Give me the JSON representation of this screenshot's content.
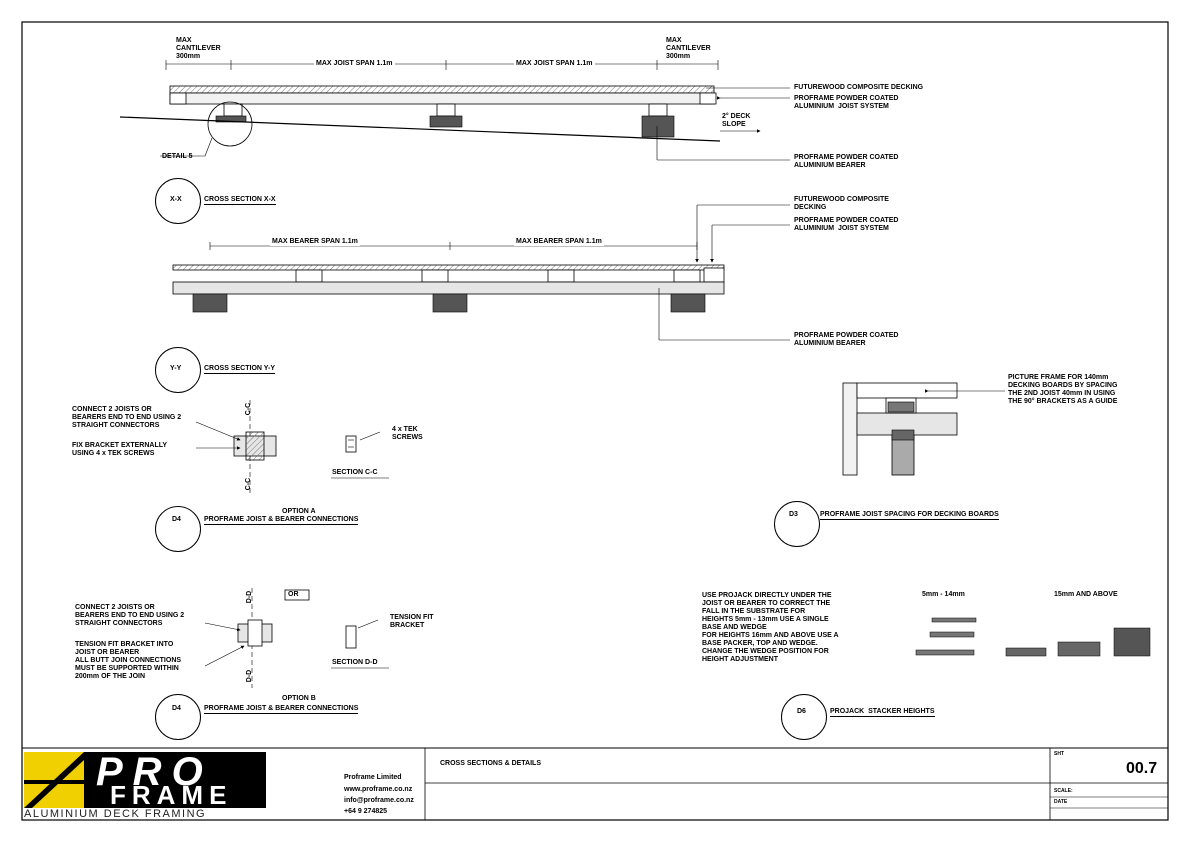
{
  "colors": {
    "logo_yellow": "#f0d000",
    "ink": "#000000",
    "hatch": "#888888",
    "fill_light": "#e6e6e6",
    "fill_dark": "#555555"
  },
  "section_xx": {
    "dim_cantilever_left": "MAX\nCANTILEVER\n300mm",
    "dim_cantilever_right": "MAX\nCANTILEVER\n300mm",
    "dim_span_1": "MAX JOIST SPAN 1.1m",
    "dim_span_2": "MAX JOIST SPAN 1.1m",
    "label_decking": "FUTUREWOOD COMPOSITE DECKING",
    "label_joist": "PROFRAME POWDER COATED\nALUMINIUM  JOIST SYSTEM",
    "label_slope": "2° DECK\nSLOPE",
    "label_bearer": "PROFRAME POWDER COATED\nALUMINIUM BEARER",
    "label_detail": "DETAIL 5",
    "bubble_id": "X-X",
    "title": "CROSS SECTION X-X"
  },
  "section_yy": {
    "dim_span_1": "MAX BEARER SPAN 1.1m",
    "dim_span_2": "MAX BEARER SPAN 1.1m",
    "label_decking": "FUTUREWOOD COMPOSITE\nDECKING",
    "label_joist": "PROFRAME POWDER COATED\nALUMINIUM  JOIST SYSTEM",
    "label_bearer": "PROFRAME POWDER COATED\nALUMINIUM BEARER",
    "bubble_id": "Y-Y",
    "title": "CROSS SECTION Y-Y"
  },
  "option_a": {
    "note_1": "CONNECT 2 JOISTS OR\nBEARERS END TO END USING 2\nSTRAIGHT CONNECTORS",
    "note_2": "FIX BRACKET EXTERNALLY\nUSING 4 x TEK SCREWS",
    "cut_top": "C-C",
    "cut_bottom": "C-C",
    "screws_label": "4 x TEK\nSCREWS",
    "section_label": "SECTION C-C",
    "option_label": "OPTION A",
    "bubble_id": "D4",
    "title": "PROFRAME JOIST & BEARER CONNECTIONS"
  },
  "option_b": {
    "or_label": "OR",
    "note_1": "CONNECT 2 JOISTS OR\nBEARERS END TO END USING 2\nSTRAIGHT CONNECTORS",
    "note_2": "TENSION FIT BRACKET INTO\nJOIST OR BEARER\nALL BUTT JOIN CONNECTIONS\nMUST BE SUPPORTED WITHIN\n200mm OF THE JOIN",
    "cut_top": "D-D",
    "cut_bottom": "D-D",
    "bracket_label": "TENSION FIT\nBRACKET",
    "section_label": "SECTION D-D",
    "option_label": "OPTION B",
    "bubble_id": "D4",
    "title": "PROFRAME JOIST & BEARER CONNECTIONS"
  },
  "d3": {
    "note": "PICTURE FRAME FOR 140mm\nDECKING BOARDS BY SPACING\nTHE 2ND JOIST 40mm IN USING\nTHE 90° BRACKETS AS A GUIDE",
    "bubble_id": "D3",
    "title": "PROFRAME JOIST SPACING FOR DECKING BOARDS"
  },
  "d6": {
    "note": "USE PROJACK DIRECTLY UNDER THE\nJOIST OR BEARER TO CORRECT THE\nFALL IN THE SUBSTRATE FOR\nHEIGHTS 5mm - 13mm USE A SINGLE\nBASE AND WEDGE\nFOR HEIGHTS 16mm AND ABOVE USE A\nBASE PACKER, TOP AND WEDGE.\nCHANGE THE WEDGE POSITION FOR\nHEIGHT ADJUSTMENT",
    "range_small": "5mm - 14mm",
    "range_large": "15mm AND ABOVE",
    "bubble_id": "D6",
    "title": "PROJACK  STACKER HEIGHTS"
  },
  "title_block": {
    "logo_text_1": "PRO",
    "logo_text_2": "FRAME",
    "logo_tagline": "ALUMINIUM DECK FRAMING",
    "company": "Proframe Limited",
    "website": "www.proframe.co.nz",
    "email": "info@proframe.co.nz",
    "phone": "+64 9 274825",
    "drawing_title": "CROSS SECTIONS & DETAILS",
    "sheet_label": "SHT",
    "sheet_number": "00.7",
    "scale_label": "SCALE:",
    "date_label": "DATE"
  }
}
